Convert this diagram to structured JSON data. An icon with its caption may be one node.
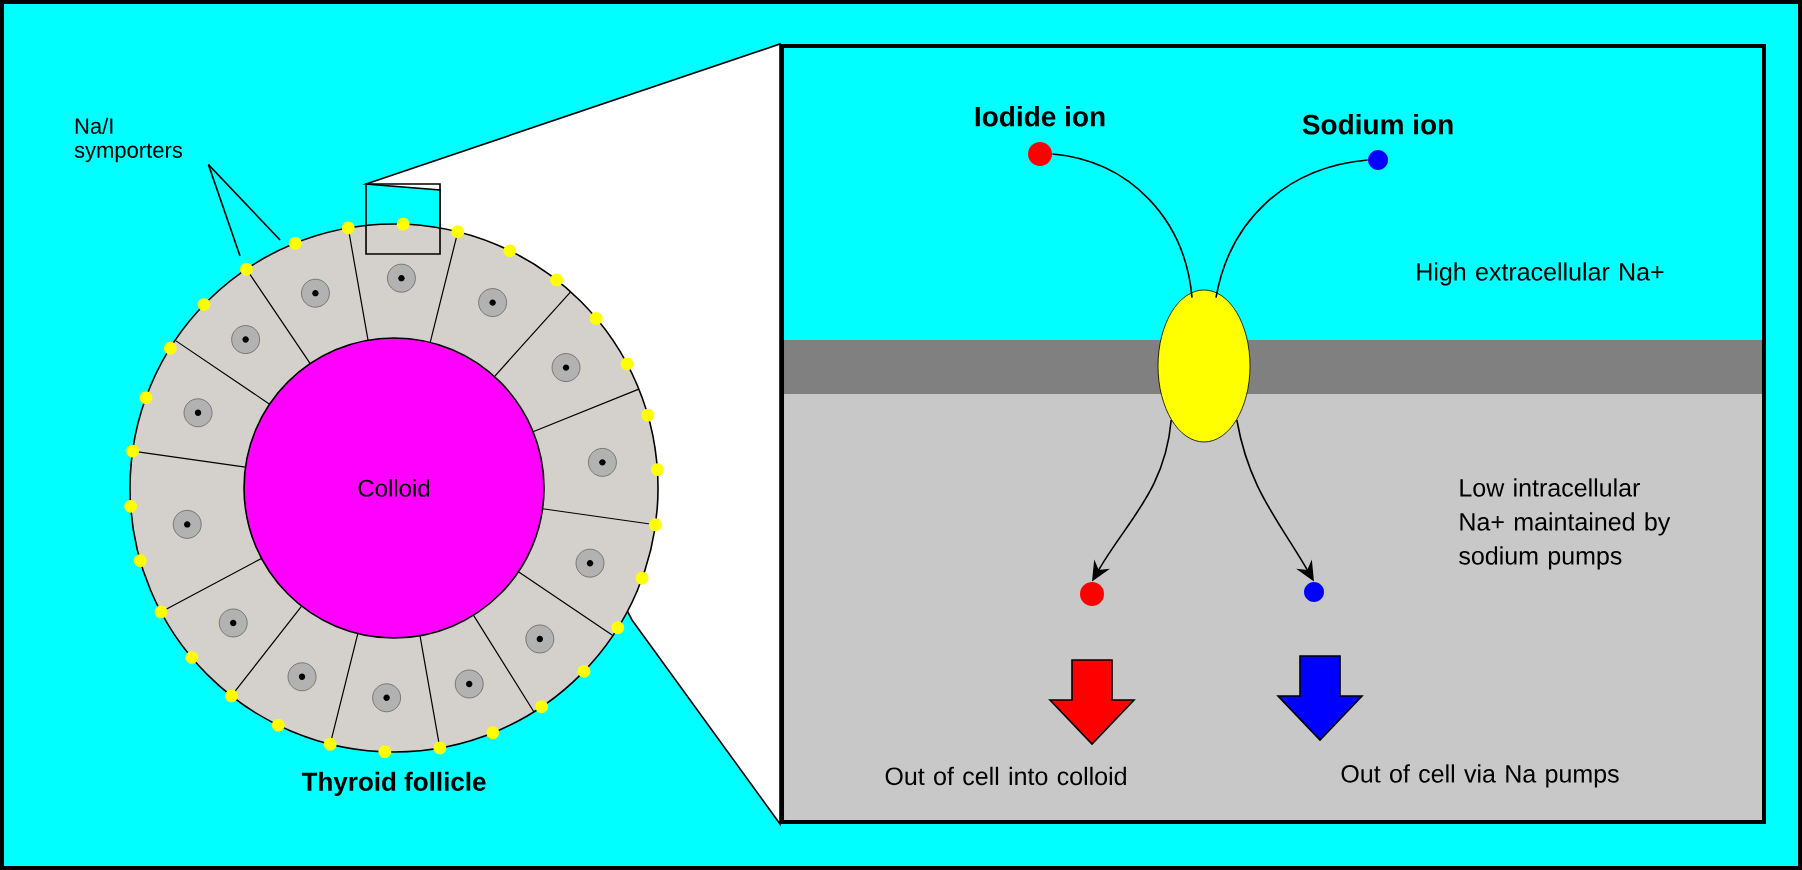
{
  "diagram": {
    "nodes": [
      {
        "text": [
          "Thyroid follicle"
        ]
      },
      {
        "text": [
          "Colloid"
        ],
        "in": 0
      },
      {
        "text": [
          "Na/I symporters"
        ]
      },
      {
        "text": [
          "Iodide ion"
        ]
      },
      {
        "text": [
          "Sodium ion"
        ]
      },
      {
        "text": [],
        "shape": "cloud"
      },
      {
        "text": [],
        "shape": "circle"
      },
      {
        "text": [],
        "shape": "circle"
      }
    ],
    "edges": [
      {
        "from": 2,
        "to": 0,
        "arrow": "none"
      },
      {
        "from": 2,
        "to": 0,
        "arrow": "none"
      },
      {
        "from": 3,
        "to": 5,
        "arrow": "none"
      },
      {
        "from": 4,
        "to": 5,
        "arrow": "none"
      },
      {
        "from": 5,
        "to": 6,
        "arrow": "to"
      },
      {
        "from": 5,
        "to": 7,
        "arrow": "to"
      }
    ],
    "labels": [
      "High extracellular Na+",
      "Low intracellular Na+ maintained by sodium pumps",
      "Out of cell into colloid",
      "Out of cell via Na pumps"
    ]
  }
}
